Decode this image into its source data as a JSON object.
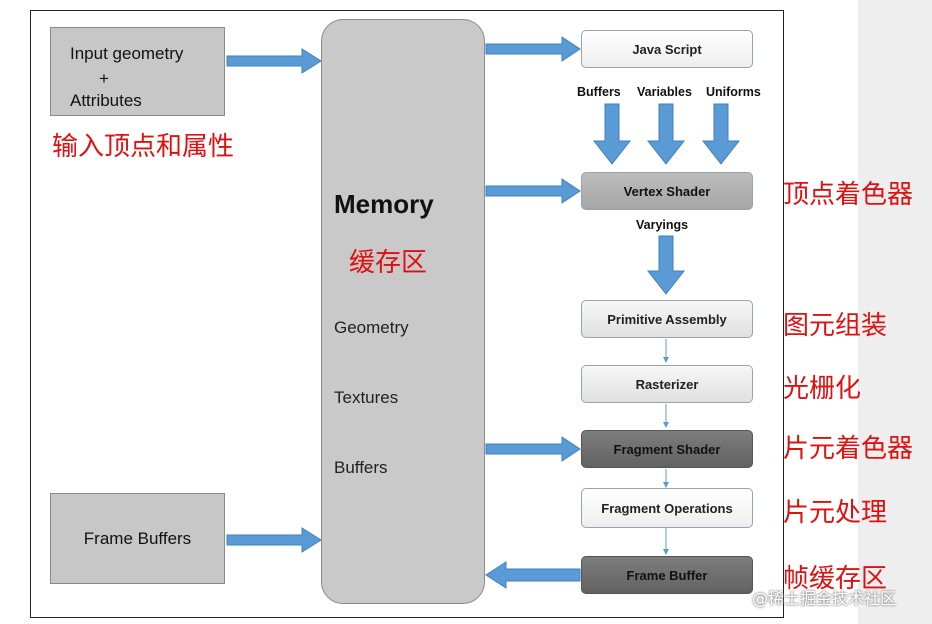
{
  "input_box": {
    "line1": "Input geometry",
    "line2": "+",
    "line3": "Attributes"
  },
  "input_label_zh": "输入顶点和属性",
  "frame_buffers_box": "Frame Buffers",
  "memory": {
    "title": "Memory",
    "title_zh": "缓存区",
    "items": [
      "Geometry",
      "Textures",
      "Buffers"
    ]
  },
  "pipeline": {
    "stages": [
      "Java Script",
      "Vertex Shader",
      "Primitive Assembly",
      "Rasterizer",
      "Fragment Shader",
      "Fragment Operations",
      "Frame Buffer"
    ],
    "inputs": [
      "Buffers",
      "Variables",
      "Uniforms"
    ],
    "varyings": "Varyings"
  },
  "labels_zh": [
    "顶点着色器",
    "图元组装",
    "光栅化",
    "片元着色器",
    "片元处理",
    "帧缓存区"
  ],
  "watermark": "@稀土掘金技术社区",
  "colors": {
    "arrow": "#5b9bd5",
    "label_zh": "#e01010"
  }
}
